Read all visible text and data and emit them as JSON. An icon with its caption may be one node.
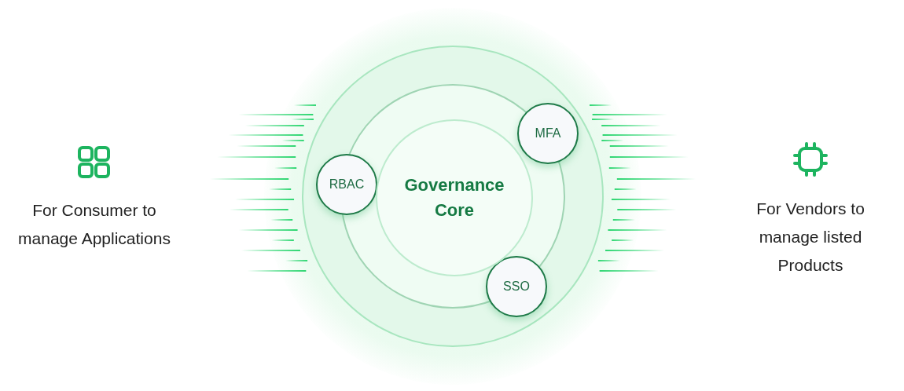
{
  "diagram": {
    "nodes": [
      {
        "text": [
          "For Consumer to manage Applications"
        ]
      },
      {
        "text": [],
        "shape": "circle"
      },
      {
        "text": [
          "Governance Core"
        ],
        "in": 1
      },
      {
        "text": [
          "RBAC"
        ],
        "in": 1
      },
      {
        "text": [
          "MFA"
        ],
        "in": 1
      },
      {
        "text": [
          "SSO"
        ],
        "in": 1
      },
      {
        "text": [
          "For Vendors to manage listed Products"
        ]
      }
    ]
  }
}
